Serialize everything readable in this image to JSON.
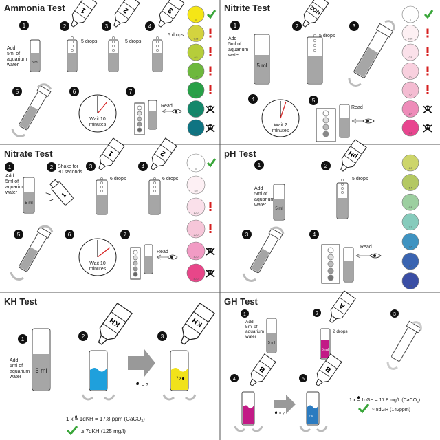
{
  "panels": {
    "ammonia": {
      "title": "Ammonia  Test",
      "instr": [
        "Add",
        "5ml of",
        "aquarium",
        "water"
      ],
      "tube_label": "5 ml",
      "steps": [
        "1",
        "2",
        "3",
        "4",
        "5",
        "6",
        "7"
      ],
      "bottles": [
        "1",
        "2",
        "3"
      ],
      "drops": [
        "5 drops",
        "5 drops",
        "5 drops"
      ],
      "wait": [
        "Wait 10",
        "minutes"
      ],
      "read": "Read",
      "swatches": [
        {
          "color": "#f5e616",
          "label": "0",
          "mark": "check"
        },
        {
          "color": "#d3d33f",
          "label": "0.25",
          "mark": "excl"
        },
        {
          "color": "#b6cd3a",
          "label": "0.5",
          "mark": "excl"
        },
        {
          "color": "#6db83d",
          "label": "1.0",
          "mark": "excl"
        },
        {
          "color": "#28a047",
          "label": "2.0",
          "mark": "excl"
        },
        {
          "color": "#14876a",
          "label": "4.0",
          "mark": "skull"
        },
        {
          "color": "#0f7482",
          "label": "8.0",
          "mark": "skull"
        }
      ]
    },
    "nitrite": {
      "title": "Nitrite  Test",
      "instr": [
        "Add",
        "5ml of",
        "aquarium",
        "water"
      ],
      "tube_label": "5 ml",
      "steps": [
        "1",
        "2",
        "3",
        "4",
        "5"
      ],
      "bottle": "NO2",
      "drops": "5 drops",
      "wait": [
        "Wait 2",
        "minutes"
      ],
      "read": "Read",
      "swatches": [
        {
          "color": "#ffffff",
          "label": "0",
          "mark": "check"
        },
        {
          "color": "#fdf0f3",
          "label": "0.25",
          "mark": "excl"
        },
        {
          "color": "#fbe1ea",
          "label": "0.5",
          "mark": "excl"
        },
        {
          "color": "#f8d0de",
          "label": "1.0",
          "mark": "excl"
        },
        {
          "color": "#f4bcd2",
          "label": "2.0",
          "mark": "excl"
        },
        {
          "color": "#ee8cb9",
          "label": "4.0",
          "mark": "skull"
        },
        {
          "color": "#e8458f",
          "label": "8.0",
          "mark": "skull"
        }
      ]
    },
    "nitrate": {
      "title": "Nitrate  Test",
      "instr": [
        "Add",
        "5ml of",
        "aquarium",
        "water"
      ],
      "tube_label": "5 ml",
      "steps": [
        "1",
        "2",
        "3",
        "4",
        "5",
        "6",
        "7"
      ],
      "shake": [
        "Shake for",
        "30 seconds"
      ],
      "bottles": [
        "1",
        "2"
      ],
      "drops": [
        "6 drops",
        "6 drops"
      ],
      "wait": [
        "Wait 10",
        "minutes"
      ],
      "read": "Read",
      "swatches": [
        {
          "color": "#ffffff",
          "label": "0",
          "mark": "check"
        },
        {
          "color": "#fdf0f4",
          "label": "5.0",
          "mark": ""
        },
        {
          "color": "#fae0ea",
          "label": "10.0",
          "mark": "excl"
        },
        {
          "color": "#f6c6d9",
          "label": "20.0",
          "mark": "excl"
        },
        {
          "color": "#f19bc4",
          "label": "40.0",
          "mark": "skull"
        },
        {
          "color": "#e84689",
          "label": "80.0",
          "mark": "skull"
        }
      ]
    },
    "ph": {
      "title": "pH  Test",
      "instr": [
        "Add",
        "5ml of",
        "aquarium",
        "water"
      ],
      "tube_label": "5 ml",
      "steps": [
        "1",
        "2",
        "3",
        "4"
      ],
      "bottle": "pH",
      "drops": "5 drops",
      "read": "Read",
      "swatches": [
        {
          "color": "#cdd56a",
          "label": "6.0"
        },
        {
          "color": "#b4c862",
          "label": "6.4"
        },
        {
          "color": "#9dcfa0",
          "label": "6.8"
        },
        {
          "color": "#86cbbc",
          "label": "7.2"
        },
        {
          "color": "#3f93c1",
          "label": "7.6"
        },
        {
          "color": "#3a64b1",
          "label": "8.0"
        },
        {
          "color": "#3a4ea5",
          "label": "8.8"
        }
      ]
    },
    "kh": {
      "title": "KH  Test",
      "instr": [
        "Add",
        "5ml of",
        "aquarium",
        "water"
      ],
      "tube_label": "5 ml",
      "steps": [
        "1",
        "2",
        "3"
      ],
      "bottle": "KH",
      "drop_q": "= ?",
      "drop_x": "? x",
      "formula": "1 x    = 1dKH = 17.8 ppm (CaCO",
      "formula_sub": "3",
      "formula_end": ")",
      "result": "≥ 7dKH (125 mg/l)"
    },
    "gh": {
      "title": "GH  Test",
      "instr": [
        "Add",
        "5ml of",
        "aquarium",
        "water"
      ],
      "tube_label": "5 ml",
      "steps": [
        "1",
        "2",
        "3",
        "4",
        "5"
      ],
      "bottle_a": "A",
      "bottle_b": "B",
      "drops": "2 drops",
      "drop_q": "= ?",
      "drop_x": "? x",
      "formula": "1 x    = 1dGH = 17.8 mg/L (CaCO",
      "formula_sub": "3",
      "formula_end": ")",
      "result": "≈ 8dGH (142ppm)"
    }
  },
  "colors": {
    "blue_liquid": "#1fa0dc",
    "yellow_liquid": "#f1e21a",
    "magenta_liquid": "#c21a86",
    "check_green": "#3aa63a",
    "warn_red": "#d61f1f",
    "gray_liquid": "#a6a6a6"
  }
}
